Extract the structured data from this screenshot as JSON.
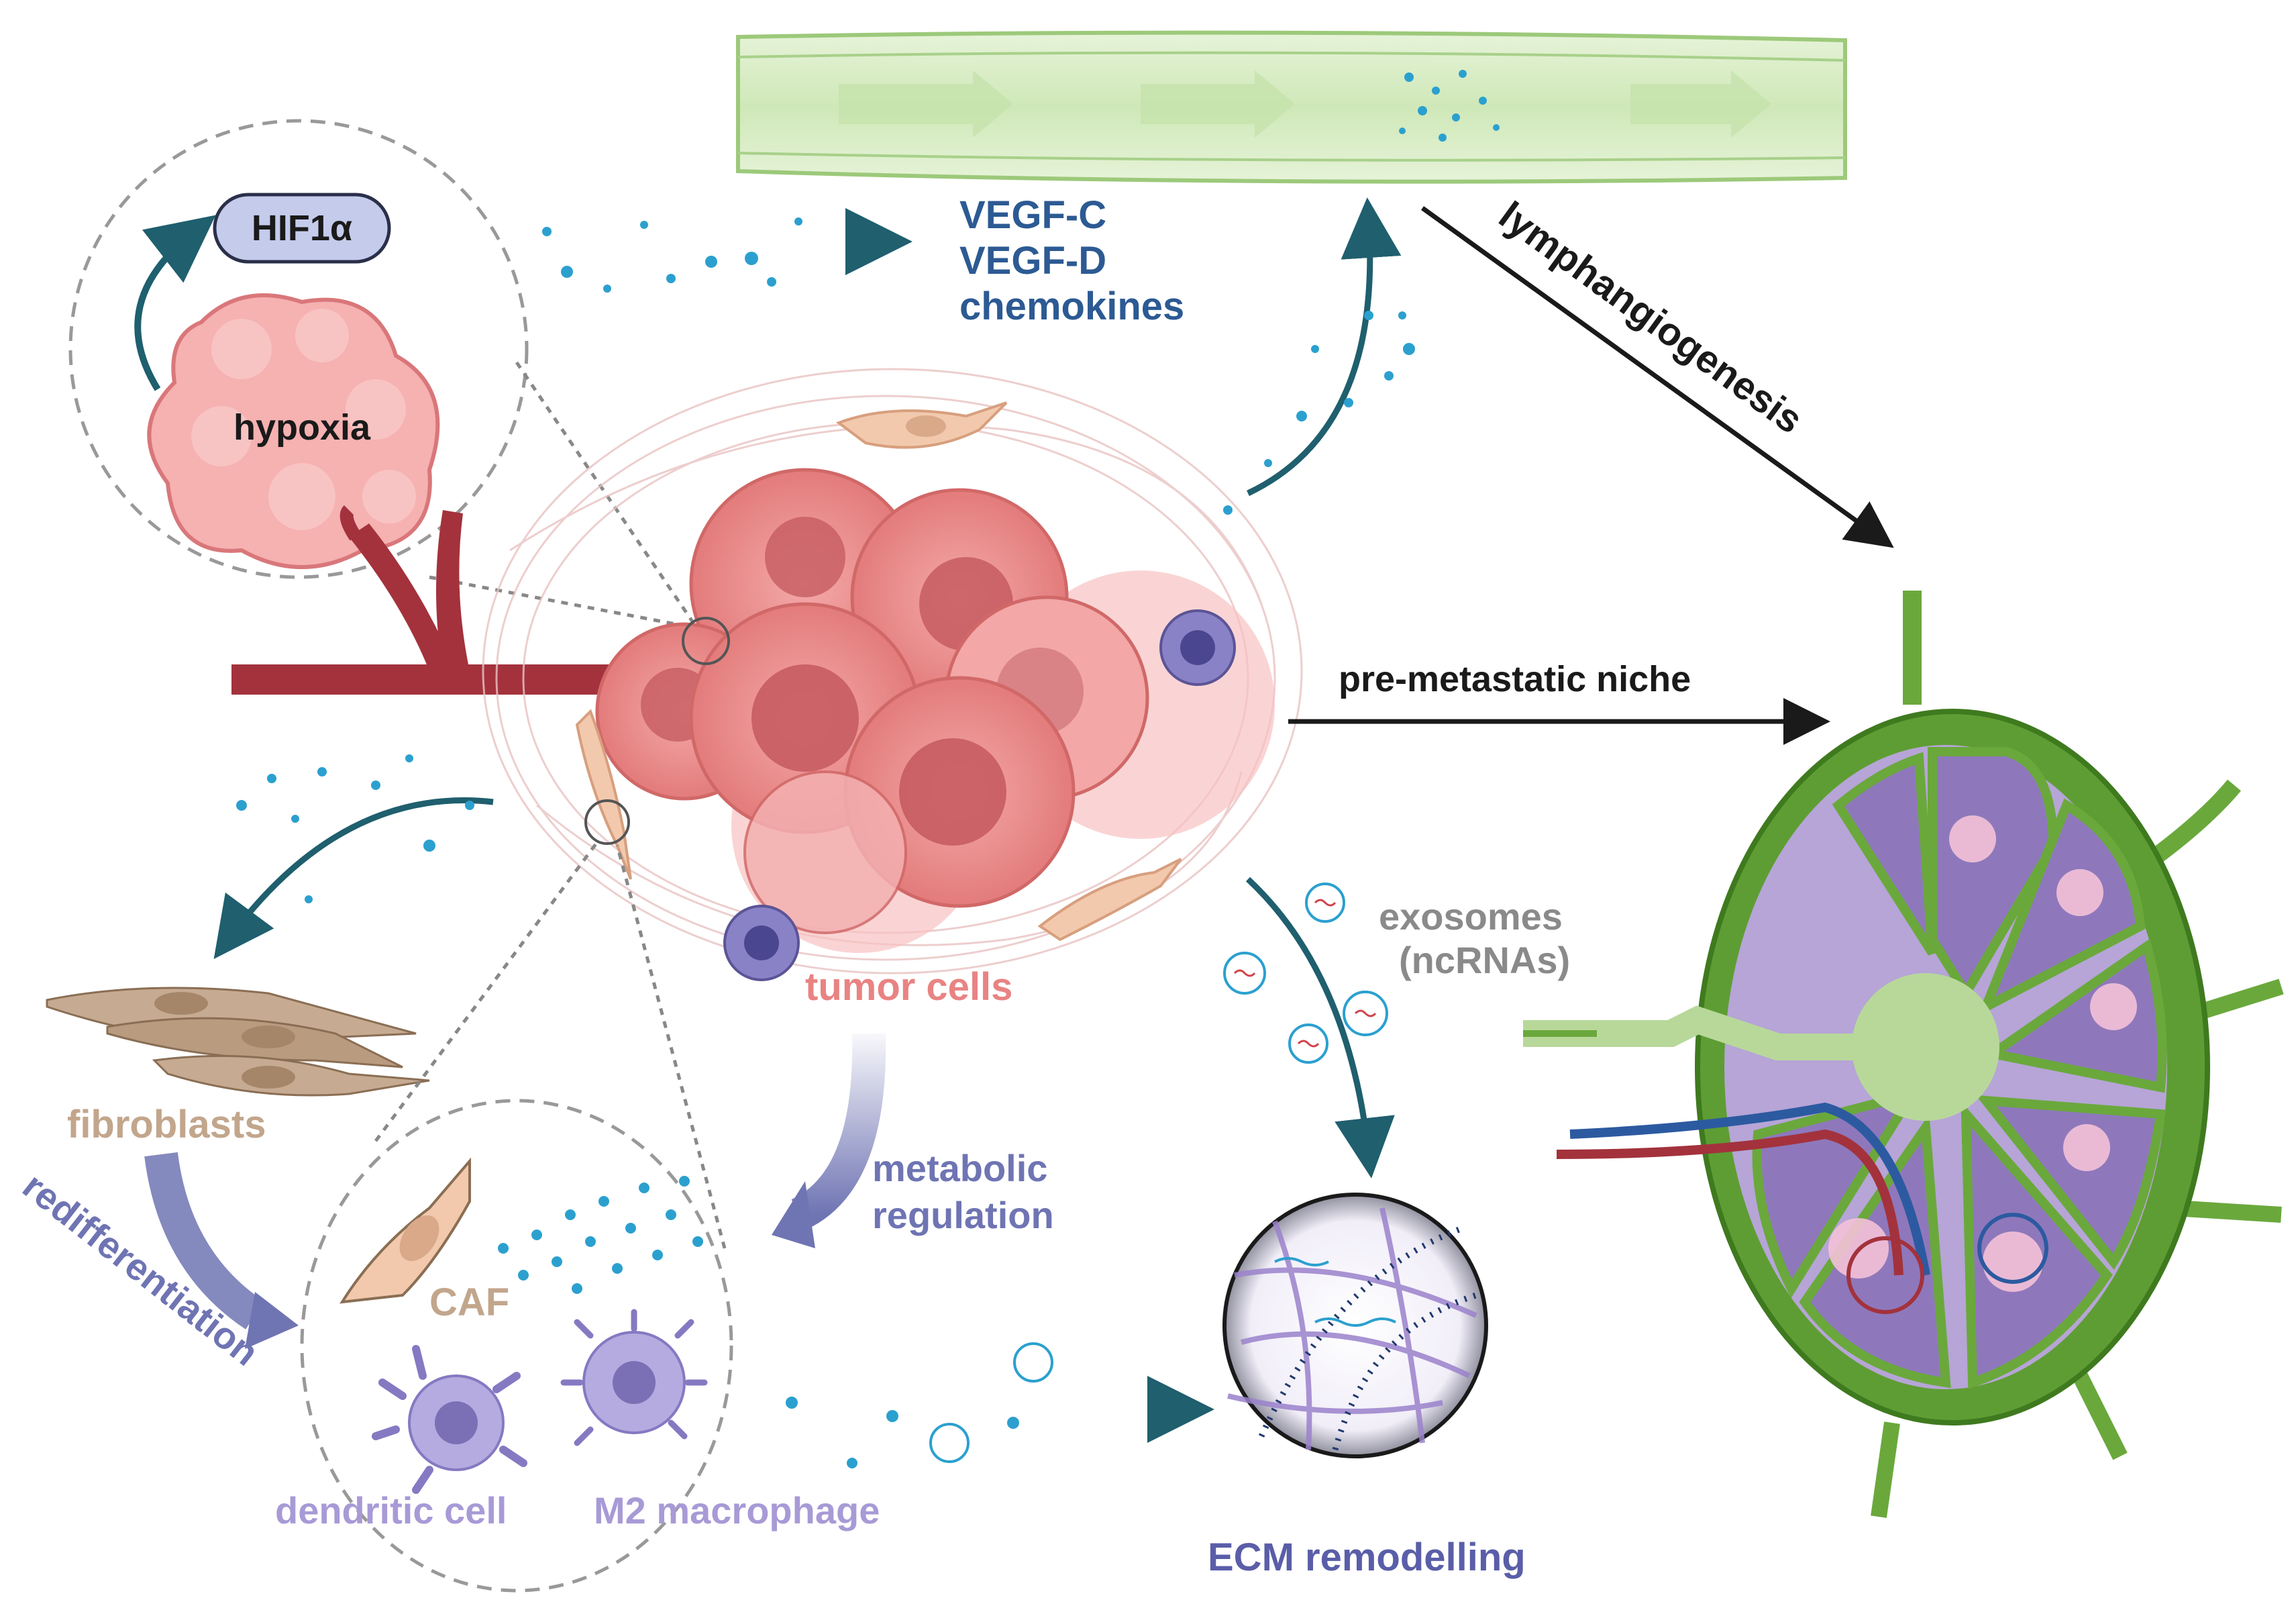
{
  "labels": {
    "hif": "HIF1α",
    "hypoxia": "hypoxia",
    "vegf_c": "VEGF-C",
    "vegf_d": "VEGF-D",
    "chemokines": "chemokines",
    "lymphangiogenesis": "lymphangiogenesis",
    "pre_metastatic_niche": "pre-metastatic niche",
    "exosomes": "exosomes",
    "ncrnas": "(ncRNAs)",
    "tumor_cells": "tumor cells",
    "fibroblasts": "fibroblasts",
    "redifferentiation": "redifferentiation",
    "metabolic": "metabolic",
    "regulation": "regulation",
    "caf": "CAF",
    "dendritic_cell": "dendritic cell",
    "m2_macrophage": "M2 macrophage",
    "ecm_remodelling": "ECM remodelling"
  },
  "colors": {
    "dark_teal": "#1f5f6e",
    "label_blue": "#2c5a93",
    "pathway_purple": "#6f74b3",
    "tumor_pink": "#e98383",
    "fibroblast_tan": "#c2a68c",
    "immune_lilac": "#a89ad6",
    "lymph_green": "#6aa83c",
    "vessel_red": "#a3323c",
    "dot_blue": "#2ba0cf"
  }
}
